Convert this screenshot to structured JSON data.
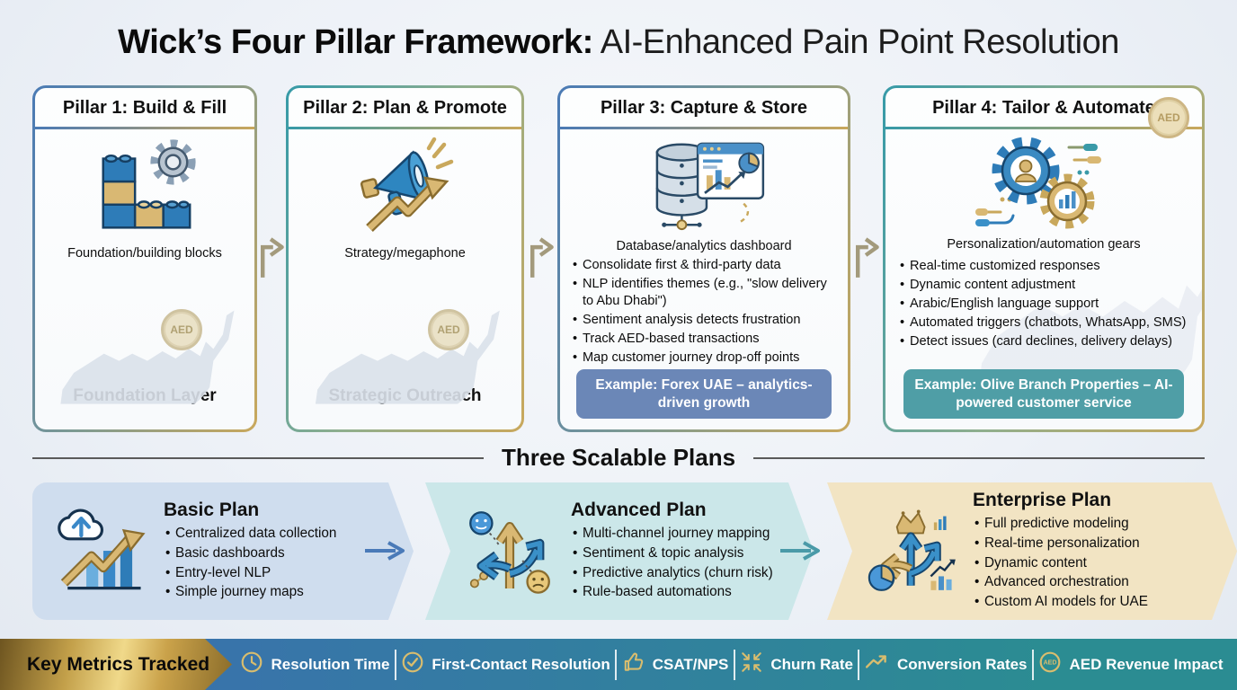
{
  "title": {
    "bold": "Wick’s Four Pillar Framework:",
    "regular": "AI-Enhanced Pain Point Resolution"
  },
  "pillars": [
    {
      "header": "Pillar 1: Build & Fill",
      "icon": "building-blocks-gear-icon",
      "caption": "Foundation/building blocks",
      "label": "Foundation Layer",
      "coin": "AED"
    },
    {
      "header": "Pillar 2: Plan & Promote",
      "icon": "megaphone-growth-icon",
      "caption": "Strategy/megaphone",
      "label": "Strategic Outreach",
      "coin": "AED"
    },
    {
      "header": "Pillar 3: Capture & Store",
      "icon": "database-dashboard-icon",
      "caption": "Database/analytics dashboard",
      "bullets": [
        "Consolidate first & third-party data",
        "NLP identifies themes (e.g., \"slow delivery to Abu Dhabi\")",
        "Sentiment analysis detects frustration",
        "Track AED-based transactions",
        "Map customer journey drop-off points"
      ],
      "example": "Example: Forex UAE – analytics-driven growth"
    },
    {
      "header": "Pillar 4: Tailor & Automate",
      "icon": "automation-gears-icon",
      "caption": "Personalization/automation gears",
      "coin": "AED",
      "bullets": [
        "Real-time customized responses",
        "Dynamic content adjustment",
        "Arabic/English language support",
        "Automated triggers (chatbots, WhatsApp, SMS)",
        "Detect issues (card declines, delivery delays)"
      ],
      "example": "Example: Olive Branch Properties – AI-powered customer service"
    }
  ],
  "plans_section": {
    "heading": "Three Scalable Plans",
    "plans": [
      {
        "title": "Basic Plan",
        "icon": "cloud-growth-chart-icon",
        "bullets": [
          "Centralized data collection",
          "Basic dashboards",
          "Entry-level NLP",
          "Simple journey maps"
        ]
      },
      {
        "title": "Advanced Plan",
        "icon": "branching-arrows-sentiment-icon",
        "bullets": [
          "Multi-channel journey mapping",
          "Sentiment & topic analysis",
          "Predictive analytics (churn risk)",
          "Rule-based automations"
        ]
      },
      {
        "title": "Enterprise Plan",
        "icon": "crown-arrows-analytics-icon",
        "bullets": [
          "Full predictive modeling",
          "Real-time personalization",
          "Dynamic content",
          "Advanced orchestration",
          "Custom AI models for UAE"
        ]
      }
    ]
  },
  "metrics_bar": {
    "label": "Key Metrics Tracked",
    "metrics": [
      {
        "icon": "clock-icon",
        "label": "Resolution Time"
      },
      {
        "icon": "check-circle-icon",
        "label": "First-Contact Resolution"
      },
      {
        "icon": "thumbs-up-icon",
        "label": "CSAT/NPS"
      },
      {
        "icon": "churn-arrows-icon",
        "label": "Churn Rate"
      },
      {
        "icon": "trend-arrow-icon",
        "label": "Conversion Rates"
      },
      {
        "icon": "aed-coin-icon",
        "label": "AED Revenue Impact"
      }
    ]
  },
  "colors": {
    "pillar_blue": "#4a7ab5",
    "pillar_teal": "#369aa8",
    "gold": "#c9a85c",
    "example_blue": "#6b87b7",
    "example_teal": "#4f9ea6",
    "plan_blue_bg": "#cfddee",
    "plan_teal_bg": "#cbe7e9",
    "plan_tan_bg": "#f2e4c3",
    "bar_blue": "#3c6db1",
    "bar_teal": "#2b8c92",
    "metric_icon_gold": "#d9bd6e"
  }
}
